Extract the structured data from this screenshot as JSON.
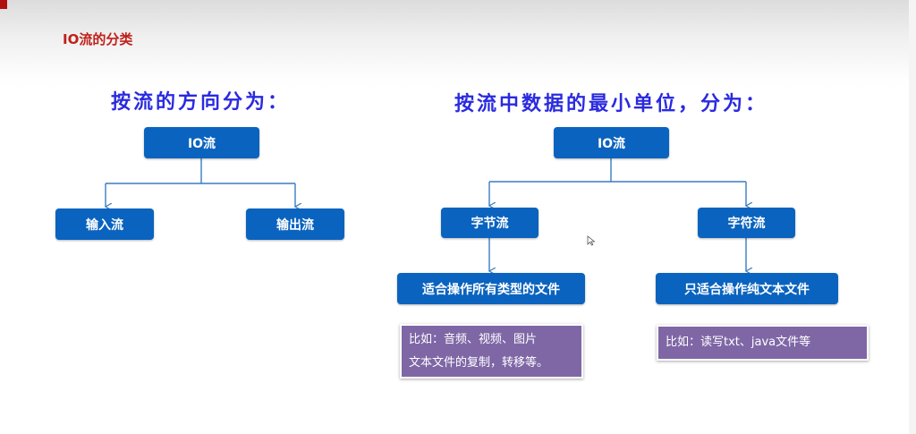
{
  "slide": {
    "title": "IO流的分类"
  },
  "left": {
    "heading": "按流的方向分为：",
    "root": "IO流",
    "children": [
      "输入流",
      "输出流"
    ]
  },
  "right": {
    "heading": "按流中数据的最小单位，分为：",
    "root": "IO流",
    "children": [
      "字节流",
      "字符流"
    ],
    "descriptions": [
      "适合操作所有类型的文件",
      "只适合操作纯文本文件"
    ],
    "notes": [
      [
        "比如：音频、视频、图片",
        "文本文件的复制，转移等。"
      ],
      [
        "比如：读写txt、java文件等"
      ]
    ]
  },
  "colors": {
    "node": "#0a63bf",
    "note": "#7f67a6",
    "title": "#c0201a",
    "heading": "#2a2ae0"
  }
}
